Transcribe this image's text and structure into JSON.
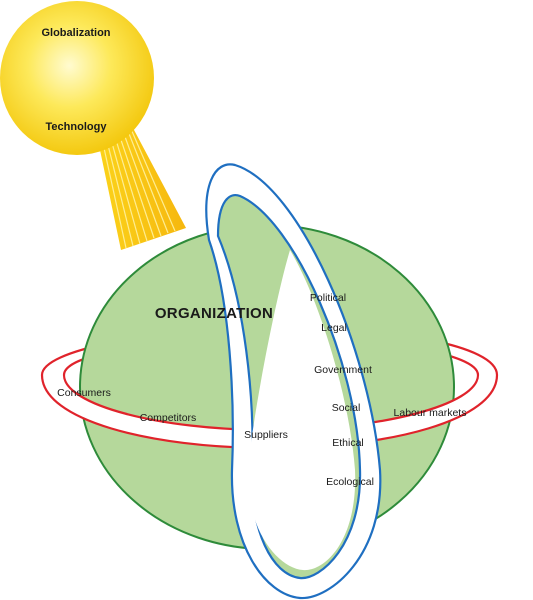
{
  "sun": {
    "labels": [
      "Globalization",
      "Technology"
    ]
  },
  "globe": {
    "title": "ORGANIZATION"
  },
  "red_ring": {
    "labels": [
      "Consumers",
      "Competitors",
      "Suppliers",
      "Labour markets"
    ]
  },
  "blue_ring": {
    "labels": [
      "Political",
      "Legal",
      "Government",
      "Social",
      "Ethical",
      "Ecological"
    ]
  },
  "colors": {
    "sun_fill": "#f7dd1f",
    "sun_light": "#fff7a8",
    "globe_fill": "#b5d89b",
    "globe_stroke": "#2e8b3a",
    "red_ring": "#e0232b",
    "blue_ring": "#1f6fc1"
  }
}
